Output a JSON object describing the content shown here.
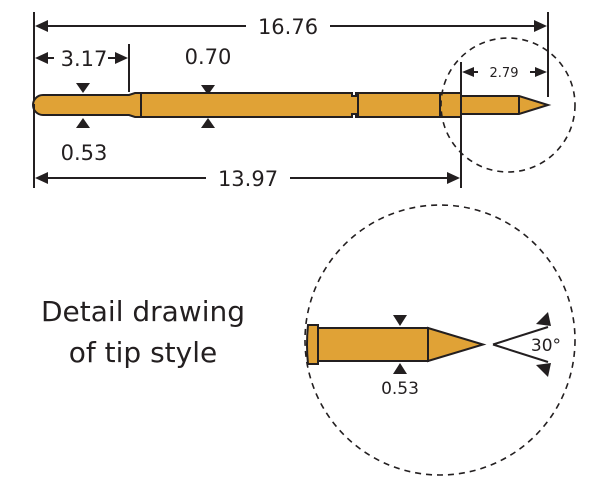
{
  "dimensions": {
    "overall_length": "16.76",
    "tip_to_first_step": "3.17",
    "body_diameter": "0.70",
    "tip_diameter": "0.53",
    "length_to_tip": "13.97",
    "tip_length": "2.79"
  },
  "detail": {
    "caption_line1": "Detail drawing",
    "caption_line2": "of tip style",
    "tip_diameter": "0.53",
    "tip_angle": "30°"
  },
  "colors": {
    "pin_fill": "#e0a236",
    "outline": "#231f20"
  }
}
